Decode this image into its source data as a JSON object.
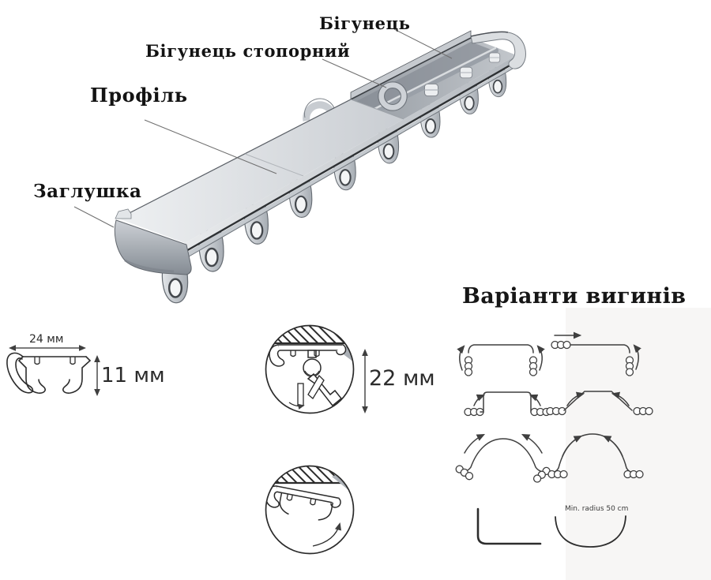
{
  "diagram": {
    "labels": {
      "runner": "Бігунець",
      "stopper_runner": "Бігунець стопорний",
      "profile": "Профіль",
      "end_cap": "Заглушка"
    },
    "dimensions": {
      "profile_width": "24 мм",
      "profile_height": "11 мм",
      "mounted_height": "22 мм"
    },
    "bends": {
      "title": "Варіанти вигинів",
      "min_radius_note": "Min. radius 50 cm"
    },
    "colors": {
      "background": "#ffffff",
      "ink": "#131313",
      "line_art": "#2c2c2c",
      "diagram_line": "#3f3f3f",
      "leader_line": "#707070",
      "metal_light": "#eceef0",
      "metal_mid": "#b6bbc1",
      "metal_dark": "#7c828a"
    }
  }
}
